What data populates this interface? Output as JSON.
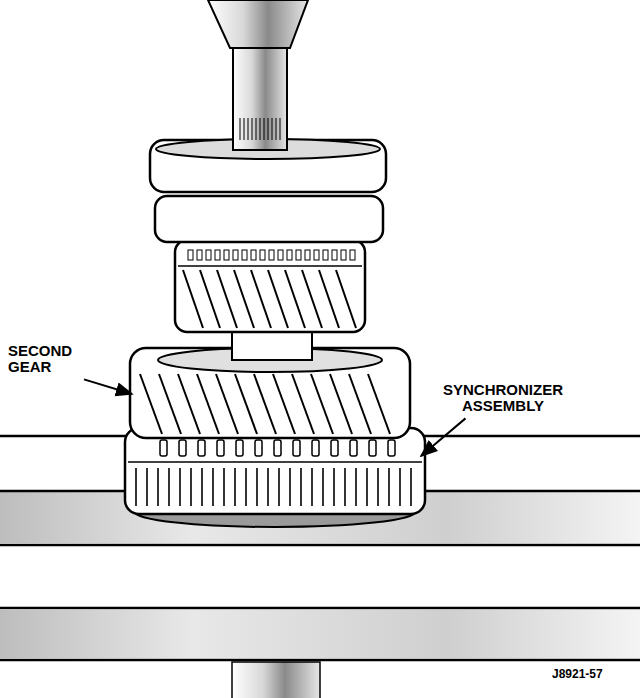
{
  "diagram": {
    "labels": [
      "SECOND GEAR",
      "SYNCHRONIZER ASSEMBLY",
      "J8921-57"
    ]
  }
}
